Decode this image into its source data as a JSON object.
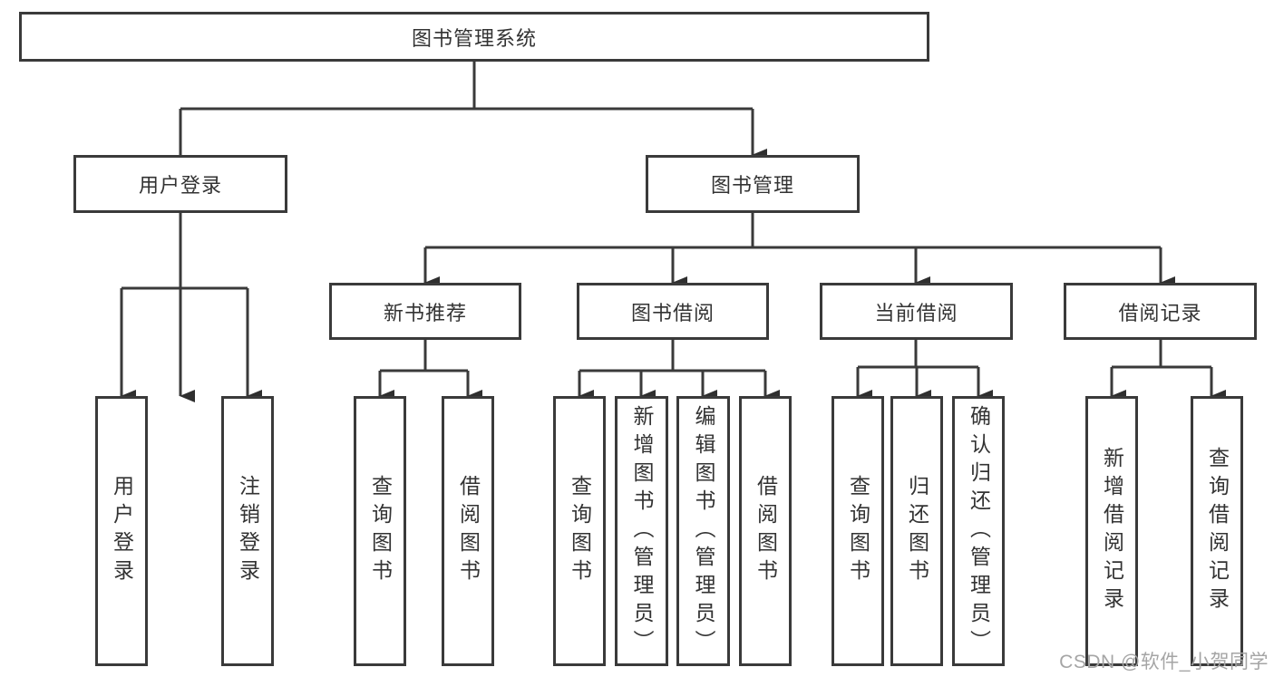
{
  "diagram": {
    "root": {
      "label": "图书管理系统"
    },
    "branches": [
      {
        "label": "用户登录",
        "children": [
          {
            "label": "用户登录"
          },
          {
            "label": "注销登录"
          }
        ]
      },
      {
        "label": "图书管理",
        "children": [
          {
            "label": "新书推荐",
            "children": [
              {
                "label": "查询图书"
              },
              {
                "label": "借阅图书"
              }
            ]
          },
          {
            "label": "图书借阅",
            "children": [
              {
                "label": "查询图书"
              },
              {
                "label": "新增图书（管理员）"
              },
              {
                "label": "编辑图书（管理员）"
              },
              {
                "label": "借阅图书"
              }
            ]
          },
          {
            "label": "当前借阅",
            "children": [
              {
                "label": "查询图书"
              },
              {
                "label": "归还图书"
              },
              {
                "label": "确认归还（管理员）"
              }
            ]
          },
          {
            "label": "借阅记录",
            "children": [
              {
                "label": "新增借阅记录"
              },
              {
                "label": "查询借阅记录"
              }
            ]
          }
        ]
      }
    ]
  },
  "watermark": "CSDN @软件_小贺同学",
  "colors": {
    "line": "#3a3a3a",
    "text": "#333333",
    "watermark": "#a5a5a5"
  }
}
